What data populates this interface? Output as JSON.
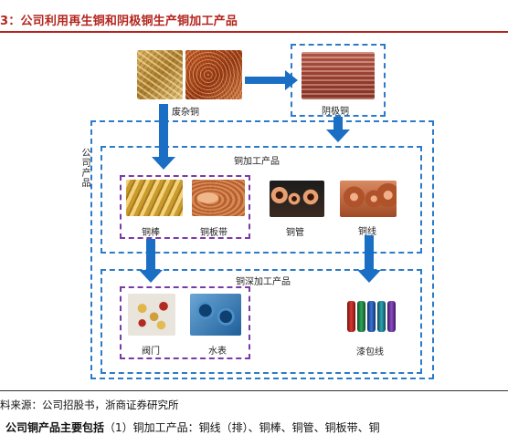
{
  "title": "3：公司利用再生铜和阴极铜生产铜加工产品",
  "groups": {
    "company": "公司产品",
    "copper_processing": "铜加工产品",
    "deep_processing": "铜深加工产品"
  },
  "items": {
    "scrap_copper": "废杂铜",
    "cathode_copper": "阴极铜",
    "copper_rod": "铜棒",
    "copper_strip": "铜板带",
    "copper_tube": "铜管",
    "copper_wire": "铜线",
    "valve": "阀门",
    "water_meter": "水表",
    "enameled_wire": "漆包线"
  },
  "source": "料来源：公司招股书，浙商证券研究所",
  "truncated_line": {
    "bold": "公司铜产品主要包括",
    "rest": "（1）铜加工产品：铜线（排）、铜棒、铜管、铜板带、铜"
  },
  "colors": {
    "arrow": "#1a6fc4",
    "dashed_blue": "#2c7bc8",
    "dashed_purple": "#7a3aa6",
    "title_red": "#b3261e"
  }
}
